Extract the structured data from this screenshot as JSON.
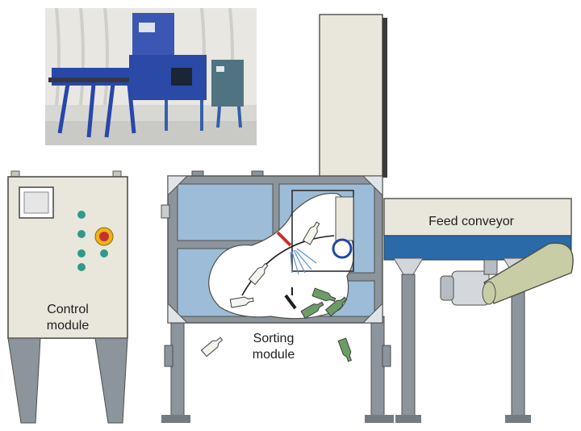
{
  "labels": {
    "control_line1": "Control",
    "control_line2": "module",
    "sorting_line1": "Sorting",
    "sorting_line2": "module",
    "feed": "Feed conveyor"
  },
  "colors": {
    "cabinet": "#e9e7dc",
    "panel_blue": "#9cbcd8",
    "frame_gray": "#8c949c",
    "belt_blue": "#2a6aa8",
    "bottle_green": "#6d9d67",
    "reject_red": "#c6312d",
    "button_teal": "#2f9a88",
    "estop_yellow": "#f0b21a",
    "photo_blue": "#2847a8"
  },
  "icons": [
    "photo-inset",
    "control-cabinet",
    "sorting-frame",
    "feed-conveyor",
    "camera-box",
    "water-spray",
    "bottle-icon",
    "motor",
    "emergency-stop-button"
  ]
}
